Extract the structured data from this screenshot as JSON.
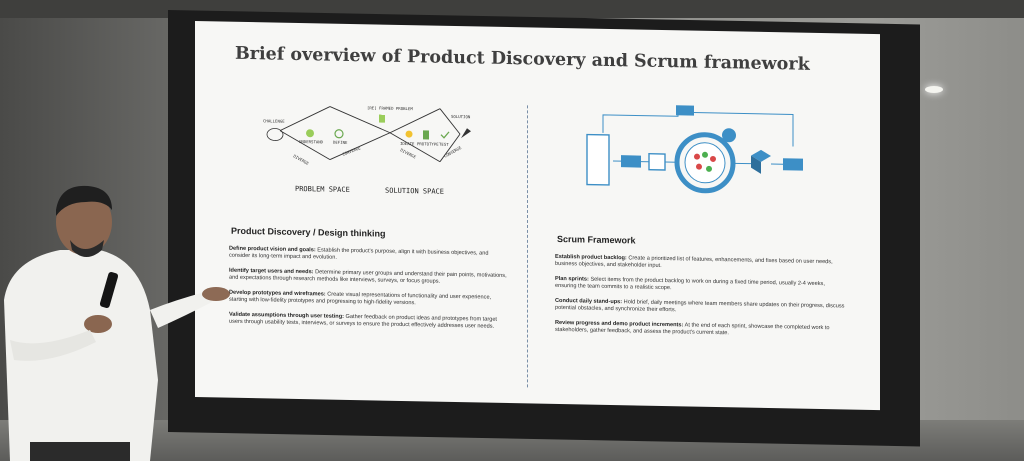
{
  "slide": {
    "title": "Brief overview of Product Discovery and Scrum framework"
  },
  "design_thinking_diagram": {
    "labels": [
      "CHALLENGE",
      "UNDERSTAND",
      "DEFINE",
      "[RE] FRAMED PROBLEM",
      "IDEATE",
      "PROTOTYPE",
      "TEST",
      "SOLUTION",
      "DIVERGE",
      "CONVERGE",
      "DIVERGE",
      "CONVERGE"
    ],
    "problem_space": "PROBLEM SPACE",
    "solution_space": "SOLUTION SPACE"
  },
  "left": {
    "heading": "Product Discovery / Design thinking",
    "items": [
      {
        "title": "Define product vision and goals:",
        "text": " Establish the product's purpose, align it with business objectives, and consider its long-term impact and evolution."
      },
      {
        "title": "Identify target users and needs:",
        "text": " Determine primary user groups and understand their pain points, motivations, and expectations through research methods like interviews, surveys, or focus groups."
      },
      {
        "title": "Develop prototypes and wireframes:",
        "text": " Create visual representations of functionality and user experience, starting with low-fidelity prototypes and progressing to high-fidelity versions."
      },
      {
        "title": "Validate assumptions through user testing:",
        "text": " Gather feedback on product ideas and prototypes from target users through usability tests, interviews, or surveys to ensure the product effectively addresses user needs."
      }
    ]
  },
  "right": {
    "heading": "Scrum Framework",
    "items": [
      {
        "title": "Establish product backlog:",
        "text": " Create a prioritized list of features, enhancements, and fixes based on user needs, business objectives, and stakeholder input."
      },
      {
        "title": "Plan sprints:",
        "text": " Select items from the product backlog to work on during a fixed time period, usually 2-4 weeks, ensuring the team commits to a realistic scope."
      },
      {
        "title": "Conduct daily stand-ups:",
        "text": " Hold brief, daily meetings where team members share updates on their progress, discuss potential obstacles, and synchronize their efforts."
      },
      {
        "title": "Review progress and demo product increments:",
        "text": " At the end of each sprint, showcase the completed work to stakeholders, gather feedback, and assess the product's current state."
      }
    ]
  },
  "colors": {
    "scrum_blue": "#3d8fc6",
    "slide_bg": "#f7f7f5",
    "title_text": "#3f3f3f"
  }
}
